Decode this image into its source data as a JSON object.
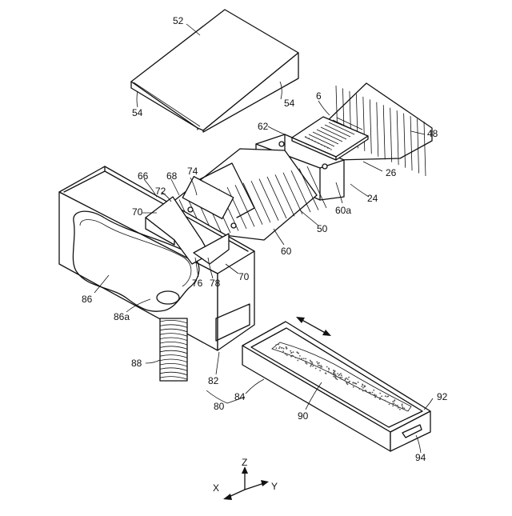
{
  "figure": {
    "labels": {
      "l52": "52",
      "l54a": "54",
      "l54b": "54",
      "l6": "6",
      "l48": "48",
      "l62": "62",
      "l26": "26",
      "l24": "24",
      "l60a": "60a",
      "l66": "66",
      "l68": "68",
      "l74": "74",
      "l72": "72",
      "l70a": "70",
      "l70b": "70",
      "l50": "50",
      "l60": "60",
      "l76": "76",
      "l78": "78",
      "l86": "86",
      "l86a": "86a",
      "l88": "88",
      "l82": "82",
      "l84": "84",
      "l80": "80",
      "l90": "90",
      "l92": "92",
      "l94": "94"
    },
    "axes": {
      "z": "Z",
      "x": "X",
      "y": "Y"
    }
  }
}
